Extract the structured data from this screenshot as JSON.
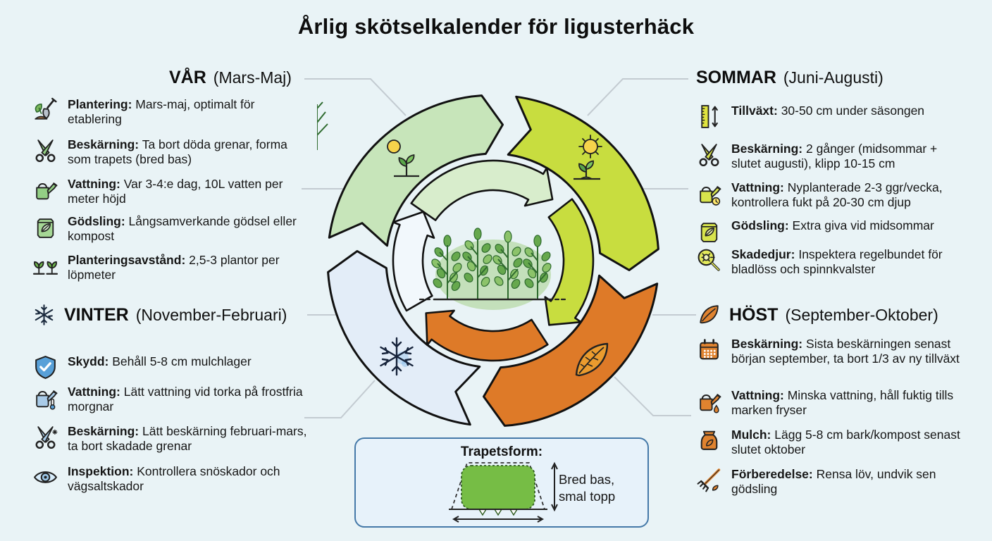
{
  "title": "Årlig skötselkalender för ligusterhäck",
  "seasons": {
    "spring": {
      "name": "VÅR",
      "range": "(Mars-Maj)",
      "items": [
        {
          "icon": "planting-shovel-icon",
          "label": "Plantering:",
          "text": "Mars-maj, optimalt för etablering"
        },
        {
          "icon": "scissors-icon",
          "label": "Beskärning:",
          "text": "Ta bort döda grenar, forma som trapets (bred bas)"
        },
        {
          "icon": "watering-can-icon",
          "label": "Vattning:",
          "text": "Var 3-4:e dag, 10L vatten per meter höjd"
        },
        {
          "icon": "fertilizer-bag-icon",
          "label": "Gödsling:",
          "text": "Långsamverkande gödsel eller kompost"
        },
        {
          "icon": "seedlings-icon",
          "label": "Planteringsavstånd:",
          "text": "2,5-3 plantor per löpmeter"
        }
      ]
    },
    "summer": {
      "name": "SOMMAR",
      "range": "(Juni-Augusti)",
      "items": [
        {
          "icon": "ruler-growth-icon",
          "label": "Tillväxt:",
          "text": "30-50 cm under säsongen"
        },
        {
          "icon": "scissors-icon",
          "label": "Beskärning:",
          "text": "2 gånger (midsommar + slutet augusti), klipp 10-15 cm"
        },
        {
          "icon": "watering-can-clock-icon",
          "label": "Vattning:",
          "text": "Nyplanterade 2-3 ggr/vecka, kontrollera fukt på 20-30 cm djup"
        },
        {
          "icon": "fertilizer-bag-icon",
          "label": "Gödsling:",
          "text": "Extra giva vid midsommar"
        },
        {
          "icon": "magnifier-bug-icon",
          "label": "Skadedjur:",
          "text": "Inspektera regelbundet för bladlöss och spinnkvalster"
        }
      ]
    },
    "autumn": {
      "name": "HÖST",
      "range": "(September-Oktober)",
      "items": [
        {
          "icon": "calendar-icon",
          "label": "Beskärning:",
          "text": "Sista beskärningen senast början september, ta bort 1/3 av ny tillväxt"
        },
        {
          "icon": "watering-can-drop-icon",
          "label": "Vattning:",
          "text": "Minska vattning, håll fuktig tills marken fryser"
        },
        {
          "icon": "mulch-sack-icon",
          "label": "Mulch:",
          "text": "Lägg 5-8 cm bark/kompost senast slutet oktober"
        },
        {
          "icon": "rake-icon",
          "label": "Förberedelse:",
          "text": "Rensa löv, undvik sen gödsling"
        }
      ]
    },
    "winter": {
      "name": "VINTER",
      "range": "(November-Februari)",
      "items": [
        {
          "icon": "shield-check-icon",
          "label": "Skydd:",
          "text": "Behåll 5-8 cm mulchlager"
        },
        {
          "icon": "watering-can-thermometer-icon",
          "label": "Vattning:",
          "text": "Lätt vattning vid torka på frostfria morgnar"
        },
        {
          "icon": "scissors-snowflake-icon",
          "label": "Beskärning:",
          "text": "Lätt beskärning februari-mars, ta bort skadade grenar"
        },
        {
          "icon": "eye-icon",
          "label": "Inspektion:",
          "text": "Kontrollera snöskador och vägsaltskador"
        }
      ]
    }
  },
  "trapetsform": {
    "title": "Trapetsform:",
    "note": "Bred bas,\nsmal topp"
  },
  "colors": {
    "spring_segment": "#c7e5ba",
    "summer_segment": "#c8dd3f",
    "autumn_segment": "#de7a28",
    "winter_segment": "#e3edf8",
    "box_border": "#4579a8"
  }
}
